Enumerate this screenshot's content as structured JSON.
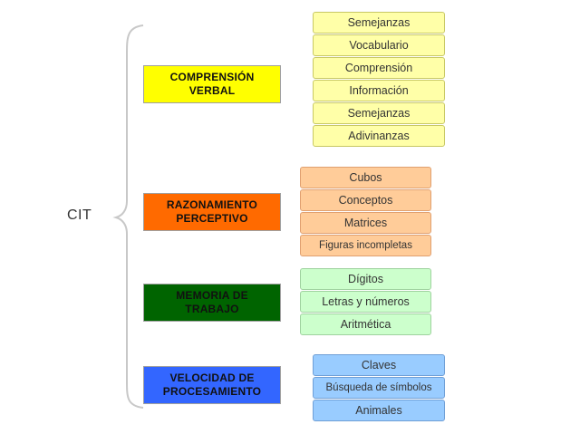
{
  "root": {
    "label": "CIT"
  },
  "colors": {
    "brace": "#c8c8c8",
    "group_fill": [
      "#ffff00",
      "#ff6a00",
      "#006400",
      "#3366ff"
    ],
    "item_fill": [
      "#ffffa8",
      "#ffcc99",
      "#ccffcc",
      "#99ccff"
    ],
    "item_border": [
      "#c8c864",
      "#e0a070",
      "#9fd29f",
      "#6f9fd6"
    ]
  },
  "groups": [
    {
      "label": "COMPRENSIÓN\nVERBAL",
      "items": [
        "Semejanzas",
        "Vocabulario",
        "Comprensión",
        "Información",
        "Semejanzas",
        "Adivinanzas"
      ]
    },
    {
      "label": "RAZONAMIENTO\nPERCEPTIVO",
      "items": [
        "Cubos",
        "Conceptos",
        "Matrices",
        "Figuras incompletas"
      ]
    },
    {
      "label": "MEMORIA DE\nTRABAJO",
      "items": [
        "Dígitos",
        "Letras y números",
        "Aritmética"
      ]
    },
    {
      "label": "VELOCIDAD DE\nPROCESAMIENTO",
      "items": [
        "Claves",
        "Búsqueda de símbolos",
        "Animales"
      ]
    }
  ]
}
